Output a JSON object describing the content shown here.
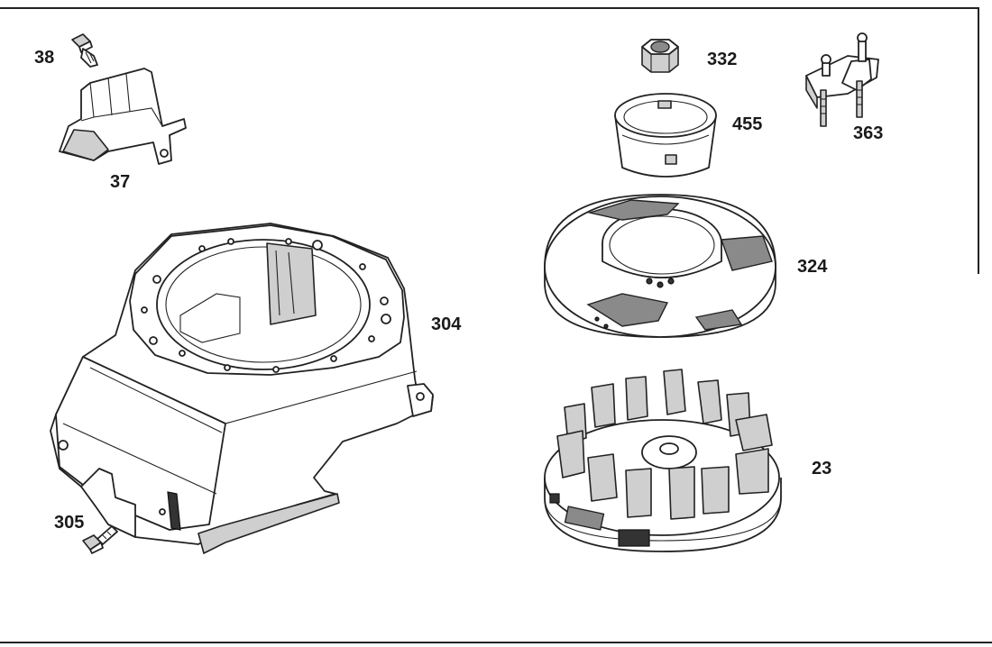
{
  "labels": {
    "p38": "38",
    "p37": "37",
    "p304": "304",
    "p305": "305",
    "p332": "332",
    "p455": "455",
    "p363": "363",
    "p324": "324",
    "p23": "23"
  },
  "colors": {
    "ink": "#222222",
    "shade": "#cfcfcf",
    "dark_shade": "#8a8a8a",
    "background": "#ffffff"
  }
}
